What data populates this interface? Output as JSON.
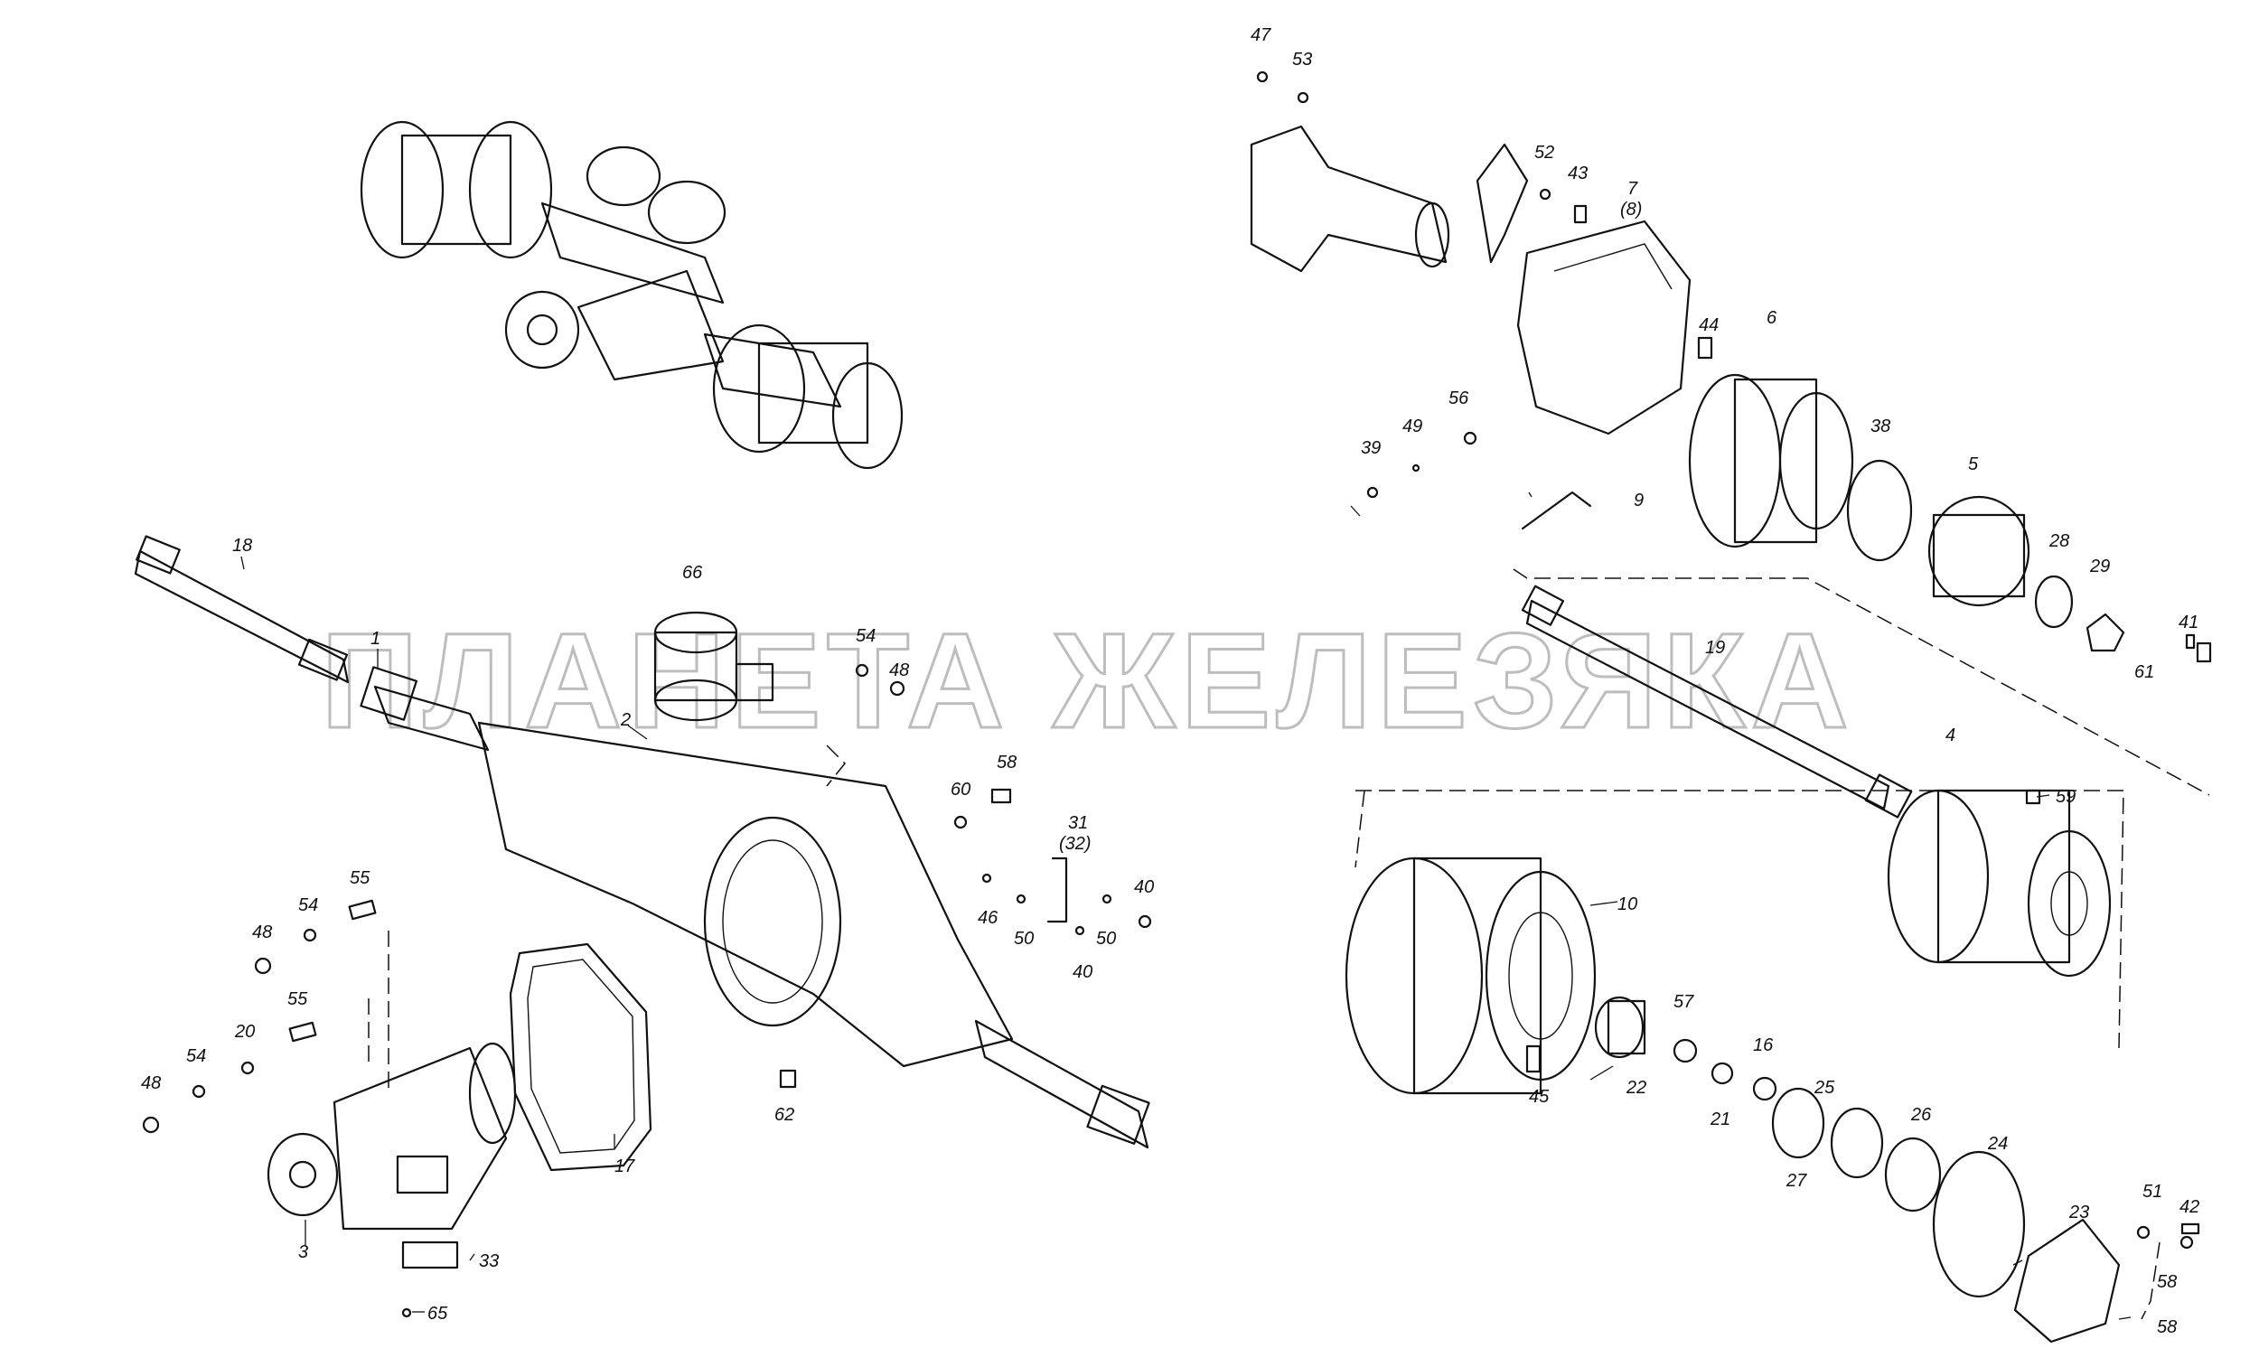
{
  "watermark": "ПЛАНЕТА ЖЕЛЕЗЯКА",
  "callouts": {
    "c1": "1",
    "c2": "2",
    "c3": "3",
    "c4": "4",
    "c5": "5",
    "c6": "6",
    "c7": "7",
    "c7b": "(8)",
    "c9": "9",
    "c10": "10",
    "c16": "16",
    "c17": "17",
    "c18": "18",
    "c19": "19",
    "c20": "20",
    "c21": "21",
    "c22": "22",
    "c23": "23",
    "c24": "24",
    "c25": "25",
    "c26": "26",
    "c27": "27",
    "c28": "28",
    "c29": "29",
    "c31": "31",
    "c31b": "(32)",
    "c33": "33",
    "c38": "38",
    "c39": "39",
    "c40a": "40",
    "c40b": "40",
    "c41": "41",
    "c42": "42",
    "c43": "43",
    "c44": "44",
    "c45": "45",
    "c46": "46",
    "c47": "47",
    "c48a": "48",
    "c48b": "48",
    "c48c": "48",
    "c49": "49",
    "c50a": "50",
    "c50b": "50",
    "c51": "51",
    "c52": "52",
    "c53": "53",
    "c54a": "54",
    "c54b": "54",
    "c54c": "54",
    "c55a": "55",
    "c55b": "55",
    "c56": "56",
    "c57": "57",
    "c58a": "58",
    "c58b": "58",
    "c58c": "58",
    "c59": "59",
    "c60": "60",
    "c61": "61",
    "c62": "62",
    "c65": "65",
    "c66": "66"
  }
}
